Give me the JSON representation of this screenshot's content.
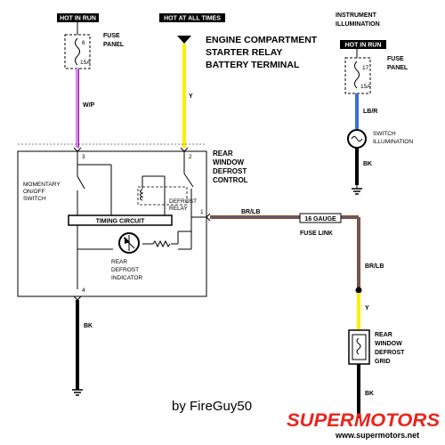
{
  "labels": {
    "hot_in_run_1": "HOT IN RUN",
    "hot_at_all_times": "HOT AT ALL TIMES",
    "instrument_illumination": "INSTRUMENT\nILLUMINATION",
    "hot_in_run_2": "HOT IN RUN",
    "fuse_panel_1": "FUSE\nPANEL",
    "fuse_panel_2": "FUSE\nPANEL",
    "fuse1_num": "6",
    "fuse1_amp": "15A",
    "fuse2_num": "17",
    "fuse2_amp": "15A",
    "starter_relay": "ENGINE COMPARTMENT\nSTARTER RELAY\nBATTERY TERMINAL",
    "wire_wp": "W/P",
    "wire_y1": "Y",
    "wire_lbr": "LB/R",
    "switch_illum": "SWITCH\nILLUMINATION",
    "wire_bk_illum": "BK",
    "control_title": "REAR\nWINDOW\nDEFROST\nCONTROL",
    "pin3": "3",
    "pin2": "2",
    "pin1": "1",
    "pin4": "4",
    "momentary_switch": "MOMENTARY\nON/OFF\nSWITCH",
    "defrost_relay": "DEFROST\nRELAY",
    "timing_circuit": "TIMING CIRCUIT",
    "rear_defrost_indicator": "REAR\nDEFROST\nINDICATOR",
    "wire_brlb1": "BR/LB",
    "gauge_16": "16 GAUGE",
    "fuse_link": "FUSE LINK",
    "wire_brlb2": "BR/LB",
    "wire_y2": "Y",
    "defrost_grid": "REAR\nWINDOW\nDEFROST\nGRID",
    "wire_bk_left": "BK",
    "wire_bk_right": "BK",
    "credit": "by FireGuy50",
    "logo": "SUPERMOTORS",
    "logo_url": "www.supermotors.net"
  },
  "colors": {
    "wp_white": "#ffffff",
    "wp_purple": "#8a2be2",
    "wp_pink": "#ff66cc",
    "yellow": "#ffee00",
    "light_blue": "#3a6fd8",
    "black": "#000000",
    "brown": "#8b4a1a",
    "logo_red": "#e8261c"
  }
}
